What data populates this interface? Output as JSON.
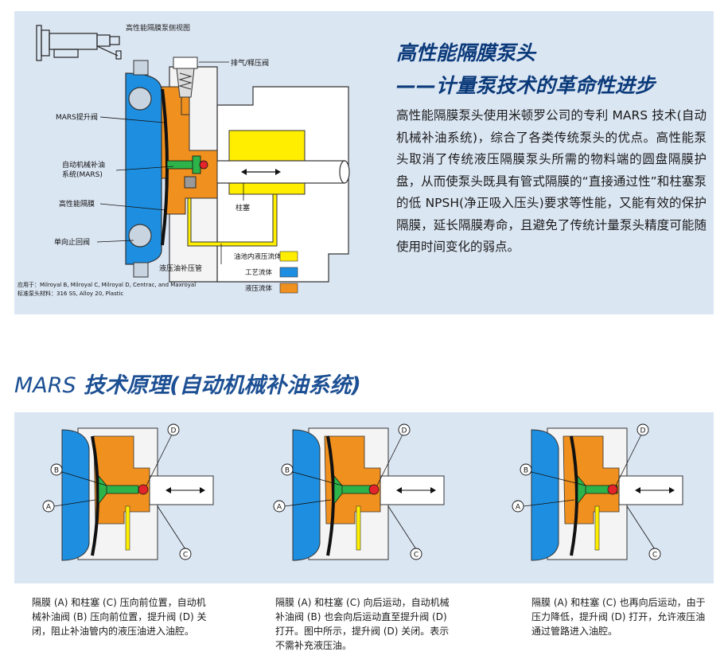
{
  "header": {
    "title_line1": "高性能隔膜泵头",
    "title_line2": "——计量泵技术的革命性进步",
    "body": "高性能隔膜泵头使用米顿罗公司的专利 MARS 技术(自动机械补油系统)，综合了各类传统泵头的优点。高性能泵头取消了传统液压隔膜泵头所需的物料端的圆盘隔膜护盘，从而使泵头既具有管式隔膜的“直接通过性”和柱塞泵的低 NPSH(净正吸入压头)要求等性能，又能有效的保护隔膜，延长隔膜寿命，且避免了传统计量泵头精度可能随使用时间变化的弱点。"
  },
  "diagram": {
    "side_view_label": "高性能隔膜泵侧视图",
    "labels": {
      "vent_valve": "排气/释压阀",
      "mars_valve": "MARS提升阀",
      "mars_system_1": "自动机械补油",
      "mars_system_2": "系统(MARS)",
      "diaphragm": "高性能隔膜",
      "check_valve": "单向止回阀",
      "plunger": "柱塞",
      "refill_tube": "液压油补压管"
    },
    "legend": [
      {
        "label": "油池内液压流体",
        "color": "#ffee00"
      },
      {
        "label": "工艺流体",
        "color": "#1e8fe0"
      },
      {
        "label": "液压流体",
        "color": "#f0901e"
      }
    ],
    "applies_line1": "应用于：Milroyal B, Milroyal C, Milroyal D, Centrac, and Maxroyal",
    "applies_line2": "标准泵头材料：316 SS, Alloy 20, Plastic"
  },
  "section": {
    "title_prefix": "MARS",
    "title_rest": " 技术原理(自动机械补油系统)"
  },
  "steps": {
    "markers": {
      "a": "A",
      "b": "B",
      "c": "C",
      "d": "D"
    },
    "captions": [
      "隔膜 (A) 和柱塞 (C) 压向前位置，自动机械补油阀 (B) 压向前位置，提升阀 (D) 关闭，阻止补油管内的液压油进入油腔。",
      "隔膜 (A) 和柱塞 (C) 向后运动，自动机械补油阀 (B) 也会向后运动直至提升阀 (D) 打开。图中所示，提升阀 (D) 关闭。表示不需补充液压油。",
      "隔膜 (A) 和柱塞 (C) 也再向后运动，由于压力降低，提升阀 (D) 打开，允许液压油通过管路进入油腔。"
    ]
  },
  "colors": {
    "process_blue": "#1e8fe0",
    "hydraulic_orange": "#f0901e",
    "reservoir_yellow": "#ffee00",
    "valve_green": "#2db34a",
    "poppet_red": "#e3242b",
    "panel_bg": "#dbe6f3",
    "title_navy": "#0b3a7a"
  }
}
